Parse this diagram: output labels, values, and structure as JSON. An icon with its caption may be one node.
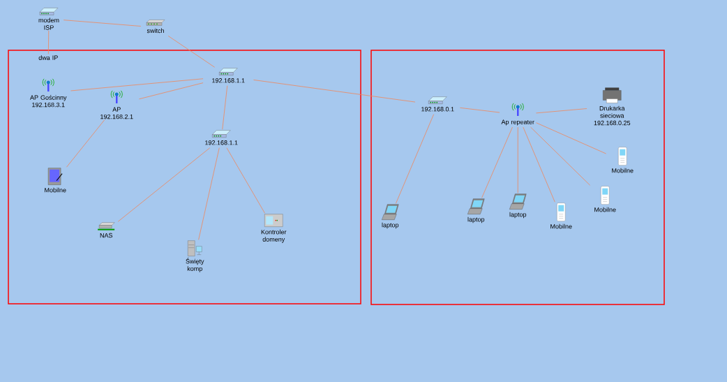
{
  "diagram": {
    "nodes": [
      {
        "text": [
          "modem ISP"
        ]
      },
      {
        "text": [
          "switch"
        ]
      },
      {
        "text": [],
        "shape": "box"
      },
      {
        "text": [
          "dwa IP"
        ],
        "in": 2
      },
      {
        "text": [
          "192.168.1.1"
        ],
        "in": 2
      },
      {
        "text": [
          "AP Gościnny 192.168.3.1"
        ],
        "in": 2
      },
      {
        "text": [
          "AP 192.168.2.1"
        ],
        "in": 2
      },
      {
        "text": [
          "192.168.1.1"
        ],
        "in": 2
      },
      {
        "text": [
          "Mobilne"
        ],
        "in": 2
      },
      {
        "text": [
          "NAS"
        ],
        "in": 2
      },
      {
        "text": [
          "Święty komp"
        ],
        "in": 2
      },
      {
        "text": [
          "Kontroler domeny"
        ],
        "in": 2
      },
      {
        "text": [],
        "shape": "box"
      },
      {
        "text": [
          "192.168.0.1"
        ],
        "in": 12
      },
      {
        "text": [
          "Ap repeater"
        ],
        "in": 12
      },
      {
        "text": [
          "Drukarka sieciowa 192.168.0.25"
        ],
        "in": 12
      },
      {
        "text": [
          "laptop"
        ],
        "in": 12
      },
      {
        "text": [
          "laptop"
        ],
        "in": 12
      },
      {
        "text": [
          "laptop"
        ],
        "in": 12
      },
      {
        "text": [
          "Mobilne"
        ],
        "in": 12
      },
      {
        "text": [
          "Mobilne"
        ],
        "in": 12
      },
      {
        "text": [
          "Mobilne"
        ],
        "in": 12
      }
    ],
    "edges": [
      {
        "from": 0,
        "to": 1,
        "arrow": "none"
      },
      {
        "from": 0,
        "to": 3,
        "arrow": "none"
      },
      {
        "from": 1,
        "to": 4,
        "arrow": "none"
      },
      {
        "from": 4,
        "to": 5,
        "arrow": "none"
      },
      {
        "from": 4,
        "to": 6,
        "arrow": "none"
      },
      {
        "from": 4,
        "to": 7,
        "arrow": "none"
      },
      {
        "from": 4,
        "to": 13,
        "arrow": "none"
      },
      {
        "from": 6,
        "to": 8,
        "arrow": "none"
      },
      {
        "from": 7,
        "to": 9,
        "arrow": "none"
      },
      {
        "from": 7,
        "to": 10,
        "arrow": "none"
      },
      {
        "from": 7,
        "to": 11,
        "arrow": "none"
      },
      {
        "from": 13,
        "to": 14,
        "arrow": "none"
      },
      {
        "from": 13,
        "to": 16,
        "arrow": "none"
      },
      {
        "from": 14,
        "to": 15,
        "arrow": "none"
      },
      {
        "from": 14,
        "to": 17,
        "arrow": "none"
      },
      {
        "from": 14,
        "to": 18,
        "arrow": "none"
      },
      {
        "from": 14,
        "to": 19,
        "arrow": "none"
      },
      {
        "from": 14,
        "to": 20,
        "arrow": "none"
      },
      {
        "from": 14,
        "to": 21,
        "arrow": "none"
      }
    ]
  }
}
